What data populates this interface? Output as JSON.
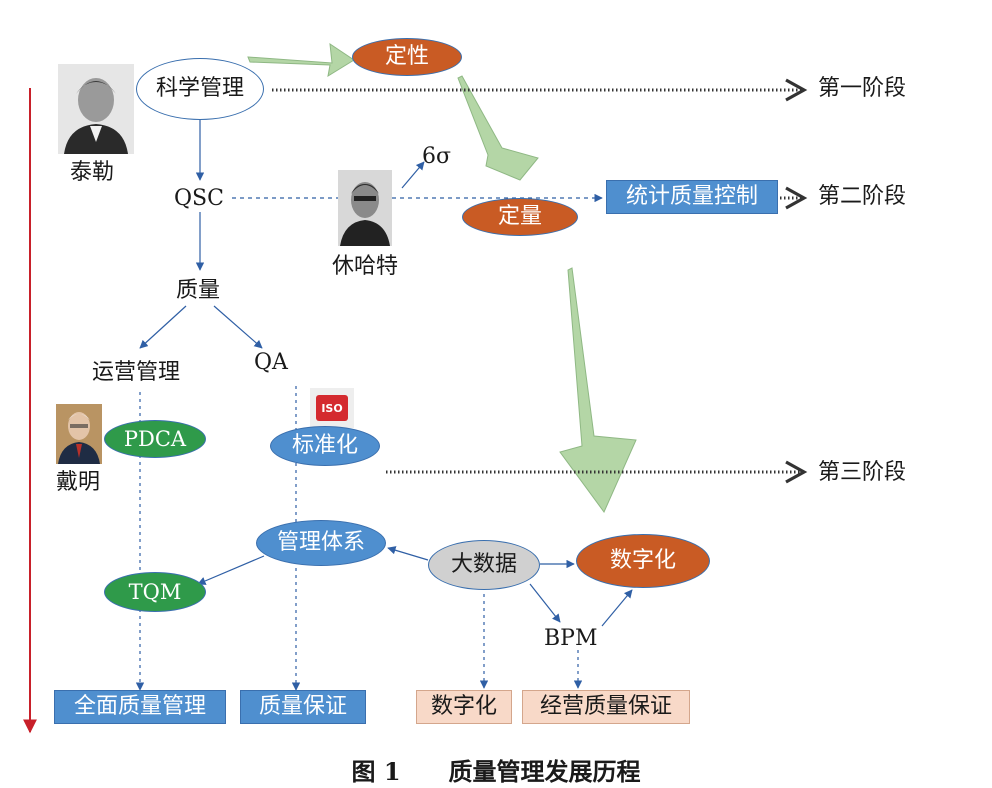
{
  "nodes": {
    "scientific_management": "科学管理",
    "qualitative": "定性",
    "stage1": "第一阶段",
    "taylor": "泰勒",
    "six_sigma": "6σ",
    "qsc": "QSC",
    "quantitative": "定量",
    "statistical_control": "统计质量控制",
    "stage2": "第二阶段",
    "shewhart": "休哈特",
    "quality": "质量",
    "operations_mgmt": "运营管理",
    "qa": "QA",
    "iso_logo": "ISO",
    "pdca": "PDCA",
    "standardization": "标准化",
    "deming": "戴明",
    "stage3": "第三阶段",
    "management_system": "管理体系",
    "big_data": "大数据",
    "digitalization": "数字化",
    "tqm": "TQM",
    "bpm": "BPM",
    "total_quality_mgmt": "全面质量管理",
    "quality_assurance": "质量保证",
    "digitalization_box": "数字化",
    "business_quality_assurance": "经营质量保证"
  },
  "caption": {
    "number": "图 1",
    "title": "质量管理发展历程"
  },
  "colors": {
    "blue_fill": "#4f8fcf",
    "blue_stroke": "#3a6fae",
    "orange_fill": "#c95b24",
    "green_fill": "#2f9a4a",
    "grey_fill": "#d0d0d0",
    "pink_fill": "#f8d9c8",
    "big_arrow_fill": "#b4d6a6",
    "timeline_red": "#c8202a",
    "line_blue": "#2f5fa5"
  }
}
